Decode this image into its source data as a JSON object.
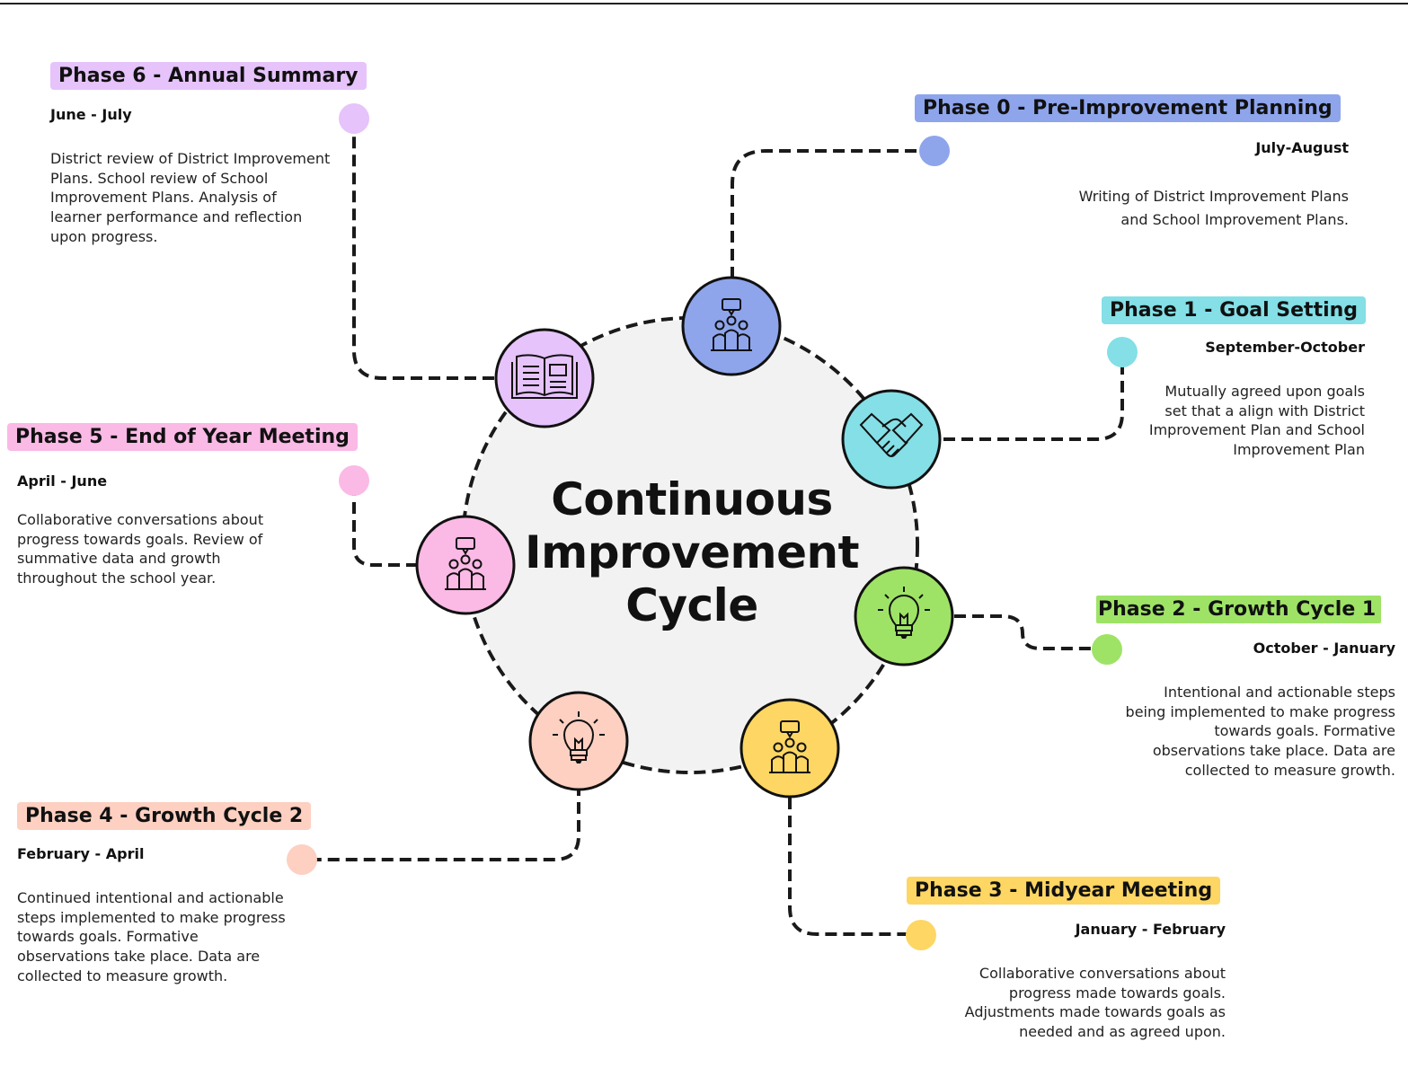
{
  "title": {
    "line1": "Continuous",
    "line2": "Improvement",
    "line3": "Cycle"
  },
  "phases": [
    {
      "label": "Phase 0 - Pre-Improvement Planning",
      "dates": "July-August",
      "description": [
        "Writing of District Improvement Plans",
        "and School Improvement Plans."
      ],
      "color": "#8ea5ec",
      "icon": "group-presentation-icon"
    },
    {
      "label": "Phase 1 - Goal Setting",
      "dates": "September-October",
      "description": [
        "Mutually agreed upon goals",
        "set that a align with District",
        "Improvement Plan and School",
        "Improvement Plan"
      ],
      "color": "#84dfe6",
      "icon": "handshake-icon"
    },
    {
      "label": "Phase 2 - Growth Cycle 1",
      "dates": "October - January",
      "description": [
        "Intentional and actionable steps",
        "being implemented to make progress",
        "towards goals.  Formative",
        "observations take place.  Data are",
        "collected to measure growth."
      ],
      "color": "#9ee366",
      "icon": "lightbulb-icon"
    },
    {
      "label": "Phase 3 - Midyear Meeting",
      "dates": "January - February",
      "description": [
        "Collaborative conversations about",
        "progress made towards goals.",
        "Adjustments made towards goals as",
        "needed and as agreed upon."
      ],
      "color": "#fdd663",
      "icon": "group-presentation-icon"
    },
    {
      "label": "Phase 4 - Growth Cycle 2",
      "dates": "February - April",
      "description": [
        "Continued intentional and actionable",
        "steps implemented to make progress",
        "towards goals.  Formative",
        "observations take place.  Data are",
        "collected to measure growth."
      ],
      "color": "#fdd0c1",
      "icon": "lightbulb-icon"
    },
    {
      "label": "Phase 5 - End of Year Meeting",
      "dates": "April - June",
      "description": [
        "Collaborative conversations about",
        "progress towards goals.  Review of",
        "summative data and growth",
        "throughout the school year."
      ],
      "color": "#fbb9e6",
      "icon": "group-presentation-icon"
    },
    {
      "label": "Phase 6 - Annual Summary",
      "dates": "June - July",
      "description": [
        "District review of District Improvement",
        "Plans.  School review of School",
        "Improvement Plans.  Analysis of",
        "learner performance and reflection",
        "upon progress."
      ],
      "color": "#e6c3fb",
      "icon": "open-book-icon"
    }
  ]
}
